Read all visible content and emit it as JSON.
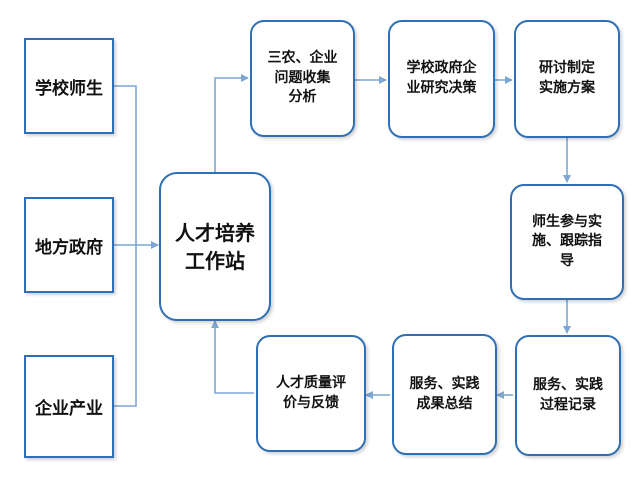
{
  "diagram": {
    "colors": {
      "border": "#2e6fb5",
      "arrow": "#7ea6d4",
      "text": "#111111"
    },
    "sources": [
      {
        "id": "teachers",
        "label": "学校师生"
      },
      {
        "id": "government",
        "label": "地方政府"
      },
      {
        "id": "enterprise",
        "label": "企业产业"
      }
    ],
    "hub": {
      "label": "人才培养\n工作站"
    },
    "process": [
      {
        "id": "analysis",
        "label": "三农、企业\n问题收集\n分析"
      },
      {
        "id": "decision",
        "label": "学校政府企\n业研究决策"
      },
      {
        "id": "plan",
        "label": "研讨制定\n实施方案"
      },
      {
        "id": "guidance",
        "label": "师生参与实\n施、跟踪指\n导"
      },
      {
        "id": "record",
        "label": "服务、实践\n过程记录"
      },
      {
        "id": "summary",
        "label": "服务、实践\n成果总结"
      },
      {
        "id": "feedback",
        "label": "人才质量评\n价与反馈"
      }
    ]
  }
}
